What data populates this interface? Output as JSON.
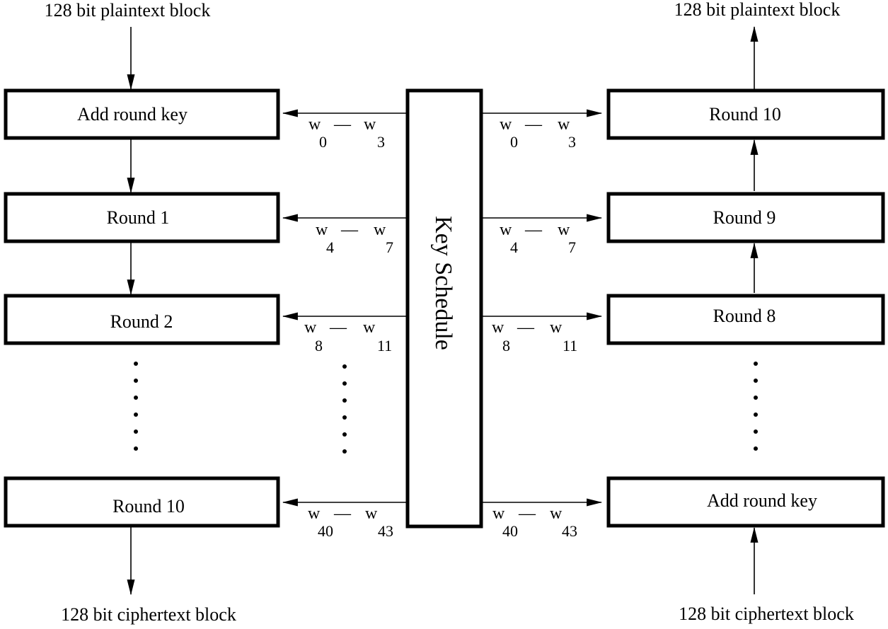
{
  "left": {
    "input_label": "128 bit plaintext block",
    "output_label": "128 bit ciphertext block",
    "boxes": [
      "Add round key",
      "Round 1",
      "Round 2",
      "Round 10"
    ]
  },
  "right": {
    "input_label": "128 bit ciphertext block",
    "output_label": "128 bit plaintext block",
    "boxes": [
      "Round 10",
      "Round 9",
      "Round 8",
      "Add round key"
    ]
  },
  "key_schedule_label": "Key Schedule",
  "word_symbol": "w",
  "dash": "—",
  "word_ranges": [
    {
      "from": "0",
      "to": "3"
    },
    {
      "from": "4",
      "to": "7"
    },
    {
      "from": "8",
      "to": "11"
    },
    {
      "from": "40",
      "to": "43"
    }
  ]
}
